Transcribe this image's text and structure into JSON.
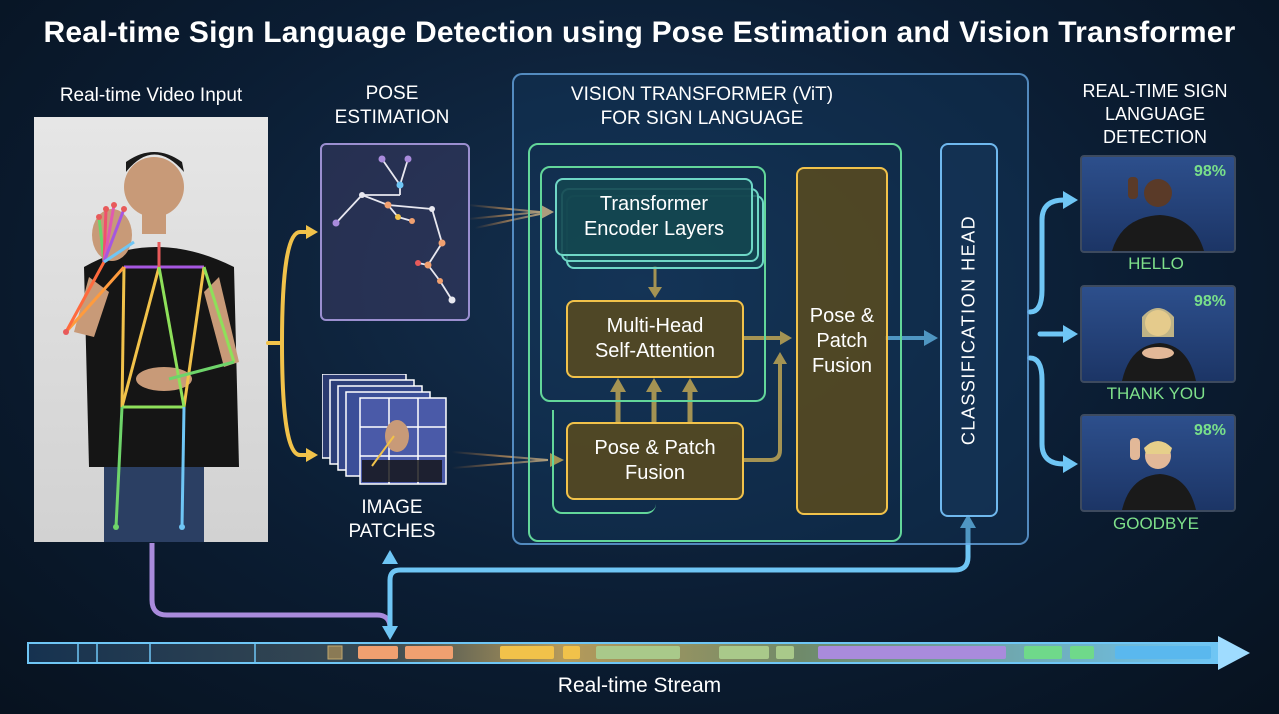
{
  "title": "Real-time Sign Language Detection using Pose Estimation and Vision Transformer",
  "video_input": {
    "label": "Real-time Video Input"
  },
  "pose_estimation": {
    "label_line1": "POSE",
    "label_line2": "ESTIMATION"
  },
  "image_patches": {
    "label_line1": "IMAGE",
    "label_line2": "PATCHES"
  },
  "vit": {
    "label_line1": "VISION TRANSFORMER (ViT)",
    "label_line2": "FOR SIGN LANGUAGE",
    "encoder_line1": "Transformer",
    "encoder_line2": "Encoder Layers",
    "attention_line1": "Multi-Head",
    "attention_line2": "Self-Attention",
    "fusion_small_line1": "Pose & Patch",
    "fusion_small_line2": "Fusion",
    "fusion_tall_line1": "Pose &",
    "fusion_tall_line2": "Patch",
    "fusion_tall_line3": "Fusion"
  },
  "classification_head": {
    "label": "CLASSIFICATION HEAD"
  },
  "output": {
    "label_line1": "REAL-TIME SIGN",
    "label_line2": "LANGUAGE",
    "label_line3": "DETECTION",
    "results": [
      {
        "word": "HELLO",
        "confidence": "98%"
      },
      {
        "word": "THANK YOU",
        "confidence": "98%"
      },
      {
        "word": "GOODBYE",
        "confidence": "98%"
      }
    ]
  },
  "stream": {
    "label": "Real-time Stream"
  },
  "colors": {
    "accent_yellow": "#f1c24a",
    "accent_blue": "#6fc6f5",
    "accent_green": "#63d69a",
    "accent_purple": "#a98bdc",
    "result_green": "#7ee08a"
  }
}
